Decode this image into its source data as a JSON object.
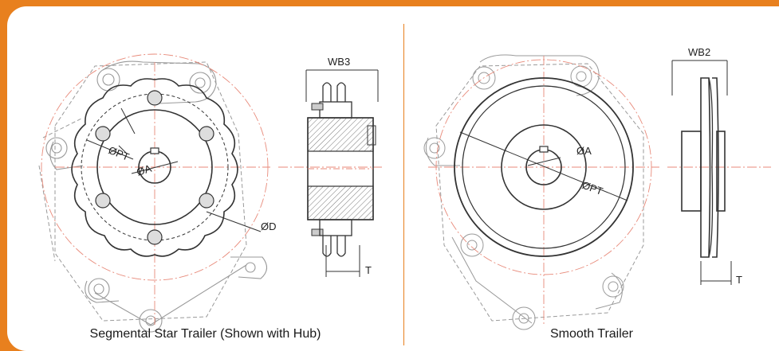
{
  "panels": [
    {
      "caption": "Segmental Star Trailer (Shown with Hub)",
      "labels": {
        "width": "WB3",
        "pitch_diameter": "ØPT",
        "bore": "ØA",
        "outer_diameter": "ØD",
        "tooth_width": "T"
      }
    },
    {
      "caption": "Smooth Trailer",
      "labels": {
        "width": "WB2",
        "bore": "ØA",
        "pitch_diameter": "ØPT",
        "tooth_width": "T"
      }
    }
  ],
  "colors": {
    "frame": "#e8801e",
    "divider": "#e8801e",
    "centerline": "#e88a7a",
    "line": "#333333",
    "hatch": "#777777"
  }
}
